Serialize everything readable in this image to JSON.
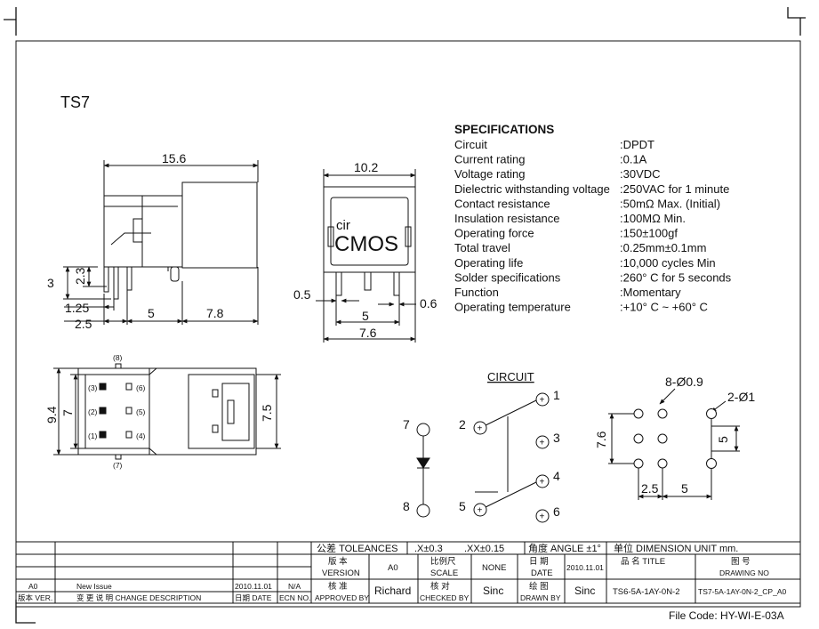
{
  "part_title": "TS7",
  "specifications": {
    "heading": "SPECIFICATIONS",
    "rows": [
      {
        "label": "Circuit",
        "value": ":DPDT"
      },
      {
        "label": "Current rating",
        "value": ":0.1A"
      },
      {
        "label": "Voltage rating",
        "value": ":30VDC"
      },
      {
        "label": "Dielectric withstanding voltage",
        "value": ":250VAC for 1 minute"
      },
      {
        "label": "Contact resistance",
        "value": ":50mΩ   Max. (Initial)"
      },
      {
        "label": "Insulation resistance",
        "value": ":100MΩ  Min."
      },
      {
        "label": "Operating force",
        "value": ":150±100gf"
      },
      {
        "label": "Total travel",
        "value": ":0.25mm±0.1mm"
      },
      {
        "label": "Operating life",
        "value": ":10,000 cycles Min"
      },
      {
        "label": "Solder specifications",
        "value": ":260° C for 5 seconds"
      },
      {
        "label": "Function",
        "value": ":Momentary"
      },
      {
        "label": "Operating temperature",
        "value": ":+10° C ~ +60° C"
      }
    ]
  },
  "side_view": {
    "width": "15.6",
    "h3": "3",
    "h23": "2.3",
    "d125": "1.25",
    "d25": "2.5",
    "d5": "5",
    "d78": "7.8"
  },
  "front_view": {
    "width": "10.2",
    "logo_top": "cir",
    "logo_main": "CMOS",
    "d05": "0.5",
    "d06": "0.6",
    "d5": "5",
    "d76": "7.6"
  },
  "top_view": {
    "h94": "9.4",
    "h7": "7",
    "h75": "7.5",
    "pins": [
      "(8)",
      "(3)",
      "(6)",
      "(2)",
      "(5)",
      "(1)",
      "(4)",
      "(7)"
    ]
  },
  "circuit": {
    "heading": "CIRCUIT",
    "labels": [
      "1",
      "2",
      "3",
      "4",
      "5",
      "6",
      "7",
      "8"
    ]
  },
  "pcb": {
    "holes": "8-Ø0.9",
    "mount": "2-Ø1",
    "h76": "7.6",
    "h5": "5",
    "w25": "2.5",
    "w5": "5"
  },
  "title_block": {
    "tolerances_cn": "公差",
    "tolerances": "TOLEANCES",
    "tol1": ".X±0.3",
    "tol2": ".XX±0.15",
    "angle": "角度 ANGLE ±1°",
    "unit": "单位  DIMENSION UNIT     mm.",
    "version_cn": "版 本",
    "version_en": "VERSION",
    "version_val": "A0",
    "scale_cn": "比例尺",
    "scale_en": "SCALE",
    "scale_val": "NONE",
    "date_cn": "日 期",
    "date_en": "DATE",
    "date_val": "2010.11.01",
    "title_cn": "品 名   TITLE",
    "title_val": "TS6-5A-1AY-0N-2",
    "drawing_cn": "图 号",
    "drawing_en": "DRAWING NO",
    "drawing_val": "TS7-5A-1AY-0N-2_CP_A0",
    "approved_cn": "核 准",
    "approved_en": "APPROVED BY",
    "approved_val": "Richard",
    "checked_cn": "核 对",
    "checked_en": "CHECKED BY",
    "checked_val": "Sinc",
    "drawn_cn": "绘 图",
    "drawn_en": "DRAWN BY",
    "drawn_val": "Sinc",
    "rev_ver": "A0",
    "rev_desc": "New Issue",
    "rev_date": "2010.11.01",
    "rev_ecn": "N/A",
    "col_ver": "版本 VER.",
    "col_desc": "变 更 说 明  CHANGE DESCRIPTION",
    "col_date": "日期 DATE",
    "col_ecn": "ECN NO."
  },
  "file_code": "File Code: HY-WI-E-03A"
}
